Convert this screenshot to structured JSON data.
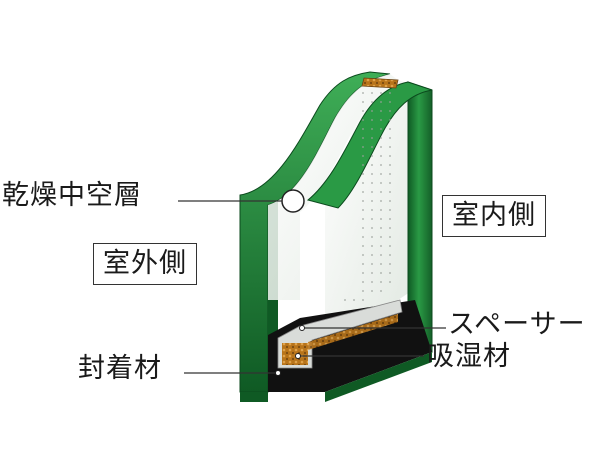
{
  "labels": {
    "dry_air_layer": "乾燥中空層",
    "outdoor_side": "室外側",
    "indoor_side": "室内側",
    "spacer": "スペーサー",
    "desiccant": "吸湿材",
    "sealant": "封着材"
  },
  "colors": {
    "glass_edge_dark": "#0f5a24",
    "glass_edge": "#1f8a3a",
    "glass_edge_light": "#3fae57",
    "glass_face": "#eef3ee",
    "sealant": "#111111",
    "spacer": "#d9dcd9",
    "desiccant": "#b8741a",
    "leader_line": "#333333"
  }
}
